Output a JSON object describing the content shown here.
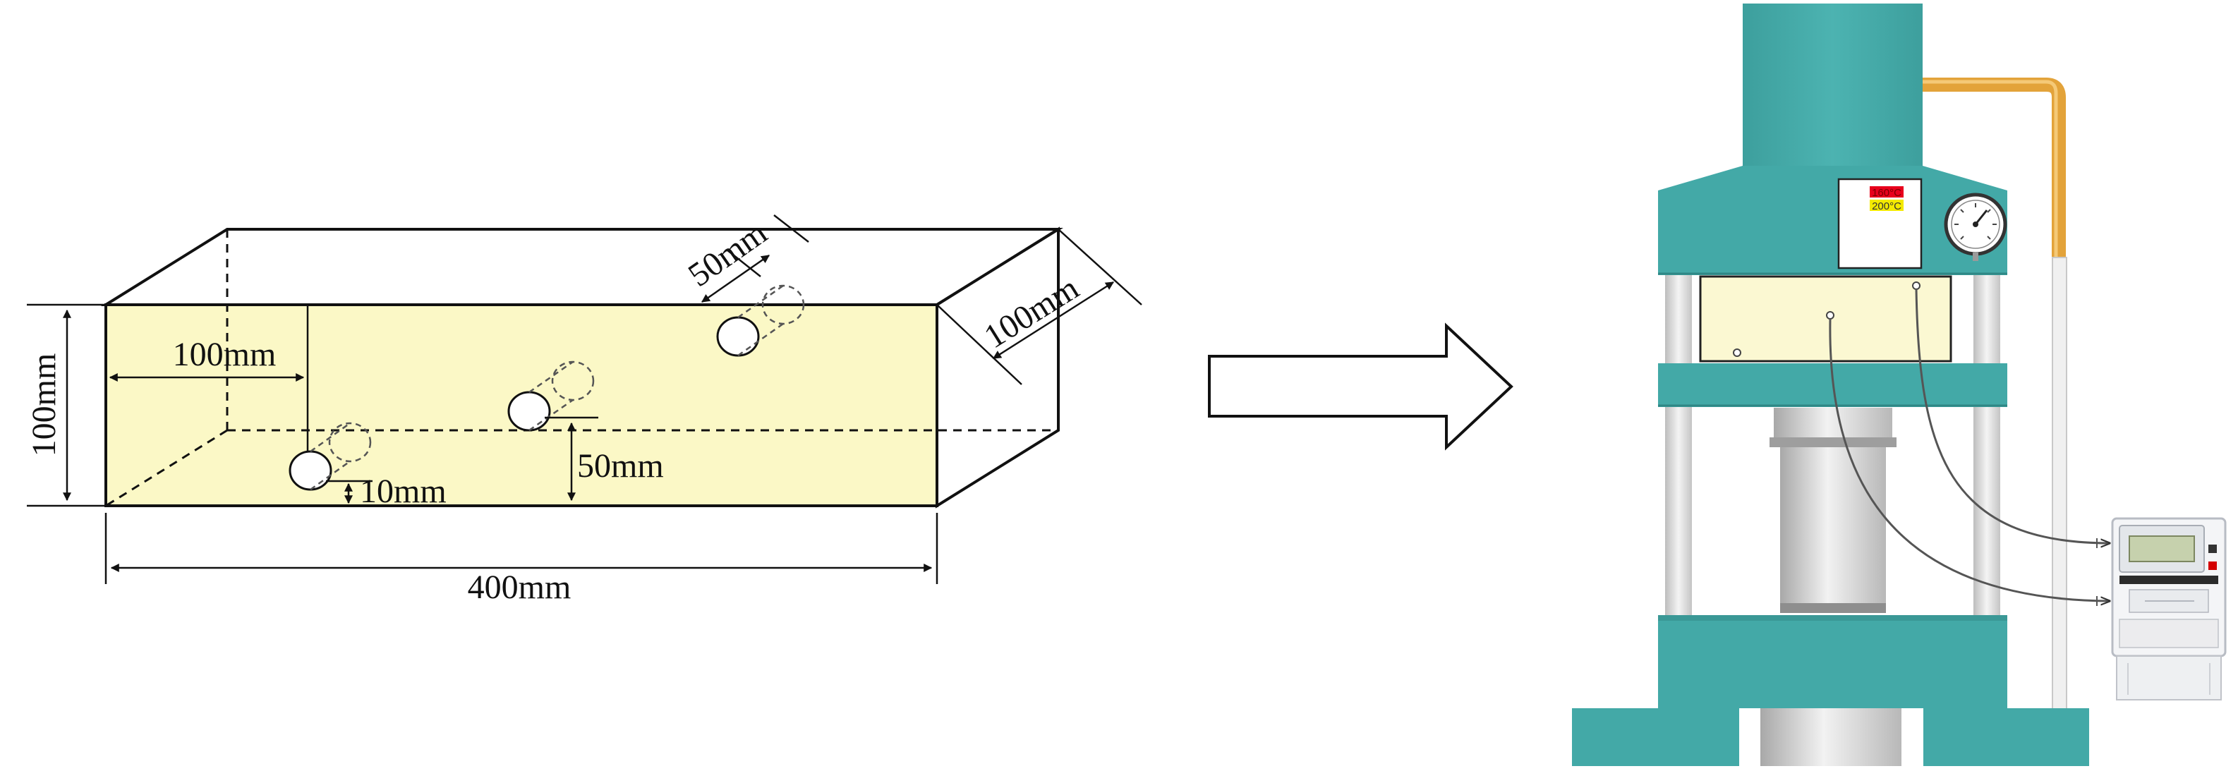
{
  "specimen": {
    "dimensions": {
      "height": "100mm",
      "hole_offset": "100mm",
      "hole_spacing": "50mm",
      "depth": "100mm",
      "hole_depth_top": "50mm",
      "hole_depth_bottom": "10mm",
      "length": "400mm"
    }
  },
  "press": {
    "panel": {
      "readout_top": "160°C",
      "readout_bottom": "200°C"
    }
  },
  "colors": {
    "specimen_face": "#fbf8c6",
    "press_body": "#43a9a7",
    "press_plate": "#fbf8d2",
    "pipe": "#e3a33a",
    "readout_red": "#e8001c",
    "readout_yellow": "#f4ea00"
  }
}
